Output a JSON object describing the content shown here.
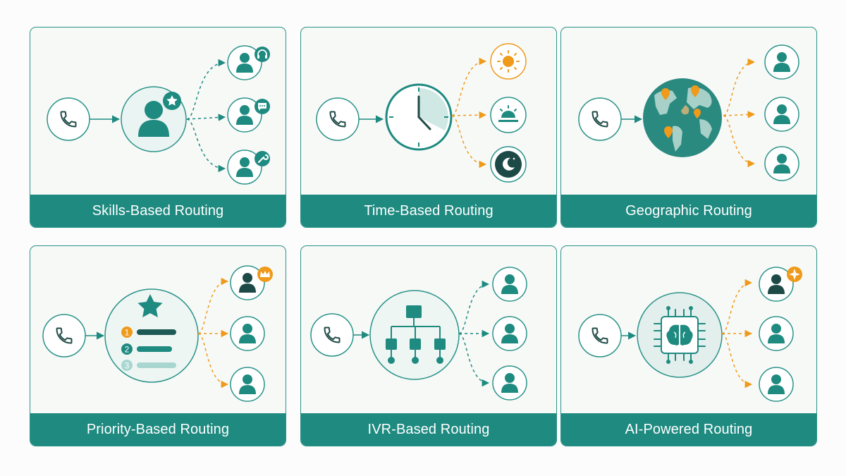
{
  "cards": [
    {
      "label": "Skills-Based Routing"
    },
    {
      "label": "Time-Based Routing"
    },
    {
      "label": "Geographic Routing"
    },
    {
      "label": "Priority-Based Routing"
    },
    {
      "label": "IVR-Based Routing"
    },
    {
      "label": "AI-Powered Routing"
    }
  ],
  "priority_numbers": [
    "1",
    "2",
    "3"
  ],
  "colors": {
    "teal": "#1e8a80",
    "teal_light": "#a9d6d0",
    "orange": "#ef9a1a",
    "card_bg": "#f7f9f7"
  },
  "icons": [
    "phone-icon",
    "agent-icon",
    "star-icon",
    "headset-icon",
    "chat-icon",
    "wrench-icon",
    "clock-icon",
    "sun-icon",
    "sunrise-icon",
    "moon-icon",
    "globe-icon",
    "map-pin-icon",
    "crown-icon",
    "hierarchy-icon",
    "ai-chip-icon",
    "sparkle-icon"
  ]
}
